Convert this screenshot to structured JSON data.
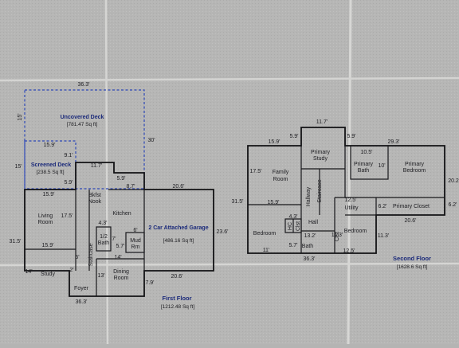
{
  "first_floor": {
    "title": "First Floor",
    "area": "[1212.48 Sq ft]",
    "uncovered_deck": {
      "name": "Uncovered Deck",
      "area": "[781.47 Sq ft]"
    },
    "screened_deck": {
      "name": "Screened Deck",
      "area": "[238.5 Sq ft]"
    },
    "garage": {
      "name": "2 Car Attached Garage",
      "area": "[486.16 Sq ft]"
    },
    "rooms": {
      "living": "Living Room",
      "study": "Study",
      "foyer": "Foyer",
      "staircase": "Staircase",
      "bkfst": "Bkfst Nook",
      "kitchen": "Kitchen",
      "half_bath": "1/2 Bath",
      "mud": "Mud Rm",
      "dining": "Dining Room"
    },
    "dims": {
      "deck_width": "36.3'",
      "deck_side": "15'",
      "deck_right": "30'",
      "sdeck_top": "15.9'",
      "sdeck_side": "15'",
      "sdeck_9": "9.1'",
      "sdeck_59": "5.9'",
      "nook_top": "11.7'",
      "kitchen_59": "5.9'",
      "kitchen_87": "8.7'",
      "garage_top": "20.6'",
      "garage_side": "23.6'",
      "garage_bottom": "20.6'",
      "garage_79": "7.9'",
      "living_top": "15.9'",
      "living_side": "17.5'",
      "living_bottom": "15.9'",
      "left_315": "31.5'",
      "bath_43": "4.3'",
      "bath_7": "7'",
      "bath_57": "5.7'",
      "mud_6": "6'",
      "dining_14": "14'",
      "dining_13": "13'",
      "study_14": "14'",
      "foyer_2": "2'",
      "foyer_5": "5'",
      "bottom_width": "36.3'"
    }
  },
  "second_floor": {
    "title": "Second Floor",
    "area": "[1628.6 Sq ft]",
    "rooms": {
      "family": "Family Room",
      "primary_study": "Primary Study",
      "primary_bath": "Primary Bath",
      "primary_bedroom": "Primary Bedroom",
      "hallway_staircase": "Hallway Staircase",
      "utility": "Utility",
      "primary_closet": "Primary Closet",
      "bedroom_left": "Bedroom",
      "bedroom_right": "Bedroom",
      "hall": "Hall",
      "bath": "Bath",
      "hc": "HC",
      "clst_small": "Clst",
      "clst": "Clst"
    },
    "dims": {
      "top_117": "11.7'",
      "top_159": "15.9'",
      "top_59a": "5.9'",
      "top_59b": "5.9'",
      "top_293": "29.3'",
      "bath_105": "10.5'",
      "bath_10": "10'",
      "family_175": "17.5'",
      "family_159": "15.9'",
      "left_315": "31.5'",
      "hall_43": "4.3'",
      "utility_125": "12.5'",
      "closet_62": "6.2'",
      "right_62": "6.2'",
      "right_20": "20.2",
      "mid_206": "20.6'",
      "bath_132": "13.2'",
      "bed_113a": "11.3'",
      "bed_113b": "11.3'",
      "bath_57": "5.7'",
      "bed_11": "11'",
      "bed_125": "12.5'",
      "bottom_363": "36.3'"
    }
  }
}
